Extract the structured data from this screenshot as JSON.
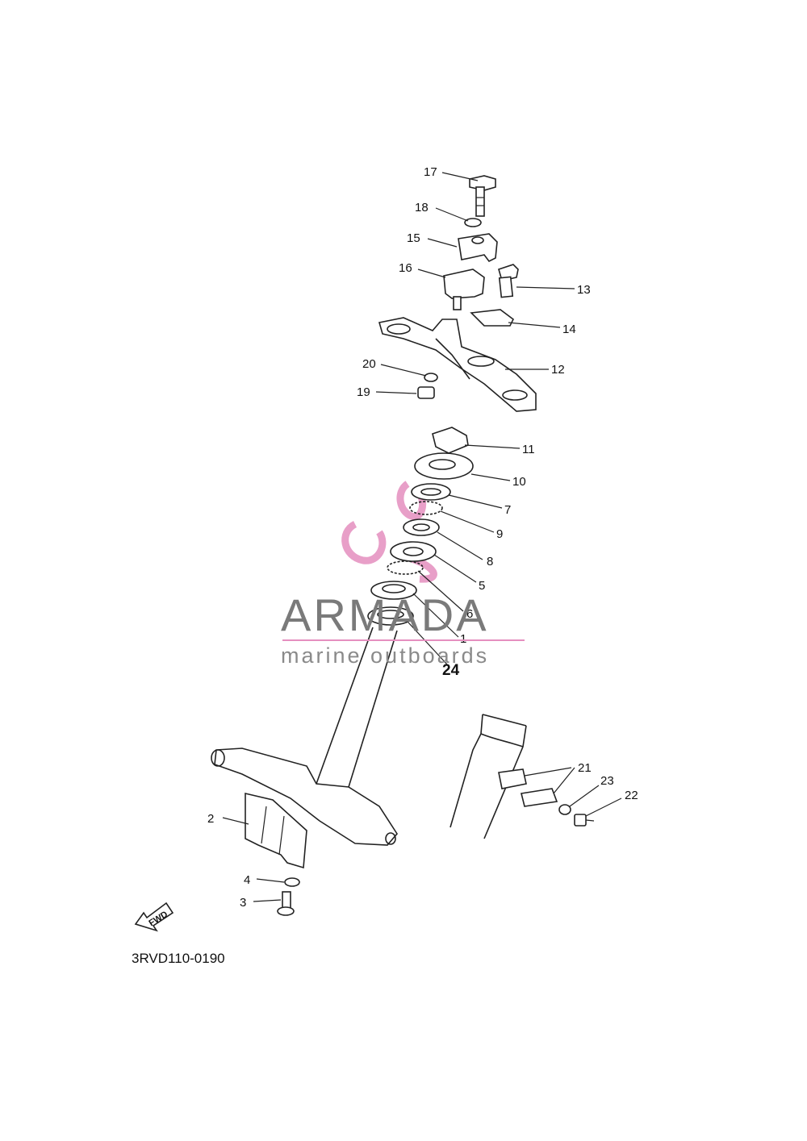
{
  "diagram": {
    "drawing_code": "3RVD110-0190",
    "direction_marker": "FWD",
    "callouts": [
      {
        "id": "17",
        "label": "17"
      },
      {
        "id": "18",
        "label": "18"
      },
      {
        "id": "15",
        "label": "15"
      },
      {
        "id": "16",
        "label": "16"
      },
      {
        "id": "13",
        "label": "13"
      },
      {
        "id": "14",
        "label": "14"
      },
      {
        "id": "20",
        "label": "20"
      },
      {
        "id": "12",
        "label": "12"
      },
      {
        "id": "19",
        "label": "19"
      },
      {
        "id": "11",
        "label": "11"
      },
      {
        "id": "10",
        "label": "10"
      },
      {
        "id": "7",
        "label": "7"
      },
      {
        "id": "9",
        "label": "9"
      },
      {
        "id": "8",
        "label": "8"
      },
      {
        "id": "5",
        "label": "5"
      },
      {
        "id": "6",
        "label": "6"
      },
      {
        "id": "1",
        "label": "1"
      },
      {
        "id": "24",
        "label": "24"
      },
      {
        "id": "21",
        "label": "21"
      },
      {
        "id": "23",
        "label": "23"
      },
      {
        "id": "22",
        "label": "22"
      },
      {
        "id": "2",
        "label": "2"
      },
      {
        "id": "4",
        "label": "4"
      },
      {
        "id": "3",
        "label": "3"
      }
    ]
  },
  "watermark": {
    "brand": "ARMADA",
    "tagline": "marine outboards",
    "logo_color": "#e58fbf",
    "text_color": "#7a7a7a"
  }
}
